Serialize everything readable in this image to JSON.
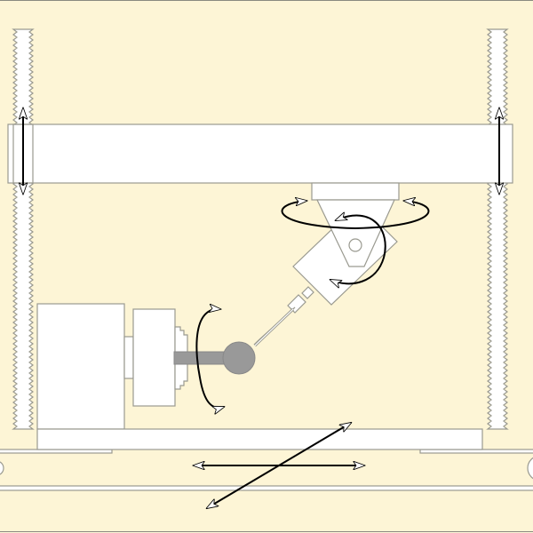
{
  "colors": {
    "background": "#fdf5d6",
    "part_fill": "#ffffff",
    "part_outline": "#9a9a90",
    "workpiece": "#999999",
    "motion_arrows": "#000000"
  },
  "motions": [
    {
      "name": "left-column-vertical-travel",
      "type": "linear"
    },
    {
      "name": "right-column-vertical-travel",
      "type": "linear"
    },
    {
      "name": "head-rotation-vertical-axis",
      "type": "rotary"
    },
    {
      "name": "head-tilt-rotation",
      "type": "rotary"
    },
    {
      "name": "chuck-rotation",
      "type": "rotary"
    },
    {
      "name": "table-x-travel",
      "type": "linear"
    },
    {
      "name": "table-y-travel",
      "type": "linear"
    }
  ]
}
